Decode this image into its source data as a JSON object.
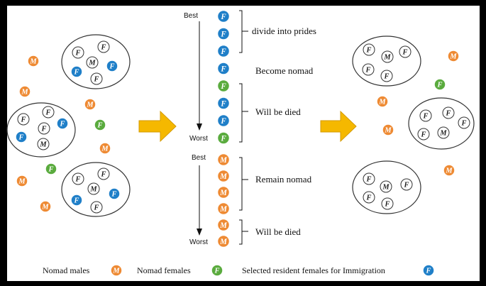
{
  "colors": {
    "male": "#ee8a33",
    "nomad_female": "#5aab3e",
    "resident_female": "#1f7fc8",
    "white_token": "#ffffff",
    "arrow": "#f5b800",
    "frame": "#000000",
    "panel": "#ffffff"
  },
  "letters": {
    "male": "M",
    "female": "F"
  },
  "center": {
    "best_label_1": "Best",
    "worst_label_1": "Worst",
    "best_label_2": "Best",
    "worst_label_2": "Worst",
    "brace_divide": "divide into prides",
    "become_nomad": "Become nomad",
    "will_be_died_1": "Will be died",
    "remain_nomad": "Remain nomad",
    "will_be_died_2": "Will be died"
  },
  "legend": {
    "nomad_males": "Nomad males",
    "nomad_females": "Nomad females",
    "selected_resident": "Selected resident females for Immigration"
  },
  "column_top": [
    "resident",
    "resident",
    "resident",
    "resident",
    "nomad_female",
    "resident",
    "resident",
    "nomad_female"
  ],
  "column_bottom": [
    "male",
    "male",
    "male",
    "male",
    "male",
    "male"
  ]
}
